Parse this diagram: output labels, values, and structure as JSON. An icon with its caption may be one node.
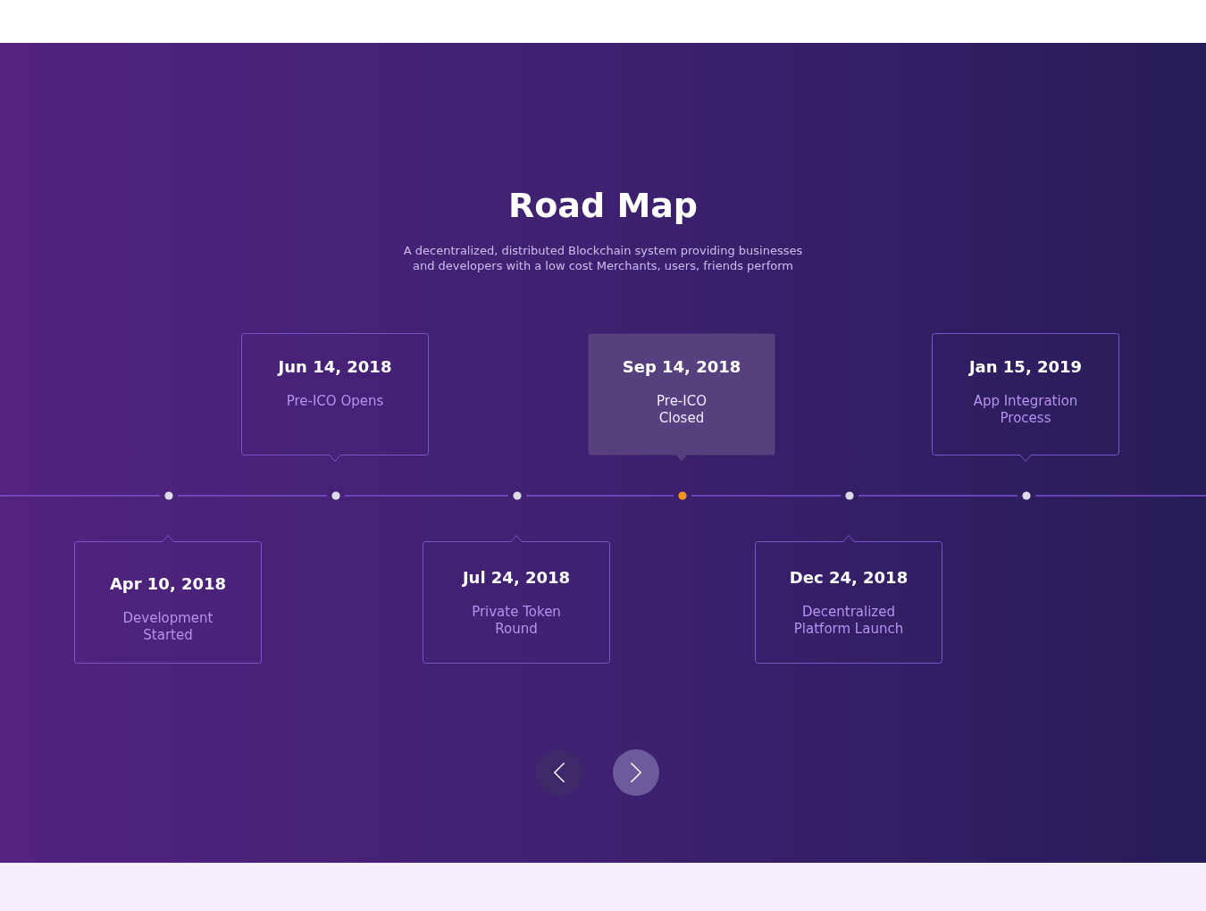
{
  "diagram": {
    "title": "Road Map",
    "nodes": [
      {
        "text": [
          "Apr 10, 2018",
          "Development Started"
        ]
      },
      {
        "text": [
          "Jun 14, 2018",
          "Pre-ICO Opens"
        ]
      },
      {
        "text": [
          "Jul 24, 2018",
          "Private Token Round"
        ]
      },
      {
        "text": [
          "Sep 14, 2018",
          "Pre-ICO Closed"
        ]
      },
      {
        "text": [
          "Dec 24, 2018",
          "Decentralized Platform Launch"
        ]
      },
      {
        "text": [
          "Jan 15, 2019",
          "App Integration Process"
        ]
      }
    ],
    "labels": [
      "A decentralized, distributed Blockchain system providing businesses and developers with a low cost Merchants, users, friends perform"
    ]
  }
}
